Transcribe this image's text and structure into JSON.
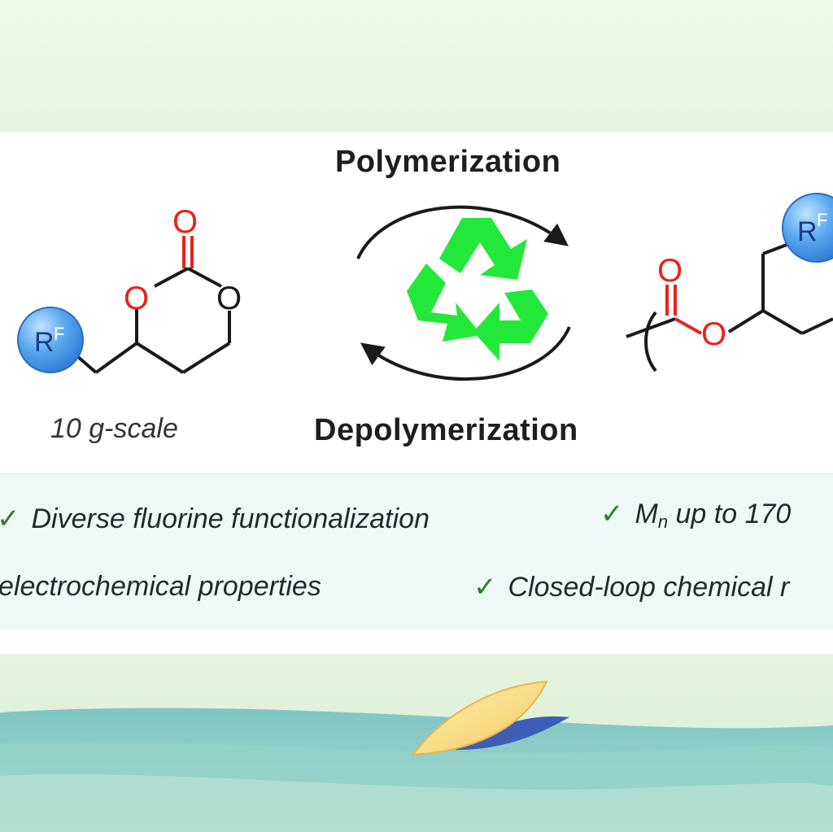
{
  "labels": {
    "polymerization": "Polymerization",
    "depolymerization": "Depolymerization",
    "scale": "10 g-scale"
  },
  "atoms": {
    "oxygen": "O",
    "rf_main": "R",
    "rf_sup": "F"
  },
  "bullets": [
    {
      "text": "Diverse fluorine functionalization"
    },
    {
      "prefix": "M",
      "subscript": "n",
      "text": " up to 170"
    },
    {
      "text": "electrochemical properties"
    },
    {
      "text": "Closed-loop chemical r"
    }
  ],
  "check_symbol": "✓",
  "colors": {
    "bond": "#1a1a1a",
    "oxygen": "#e8221b",
    "rf_circle": "#3b8fe8",
    "recycle": "#22e83a",
    "check": "#2e7d2e"
  }
}
